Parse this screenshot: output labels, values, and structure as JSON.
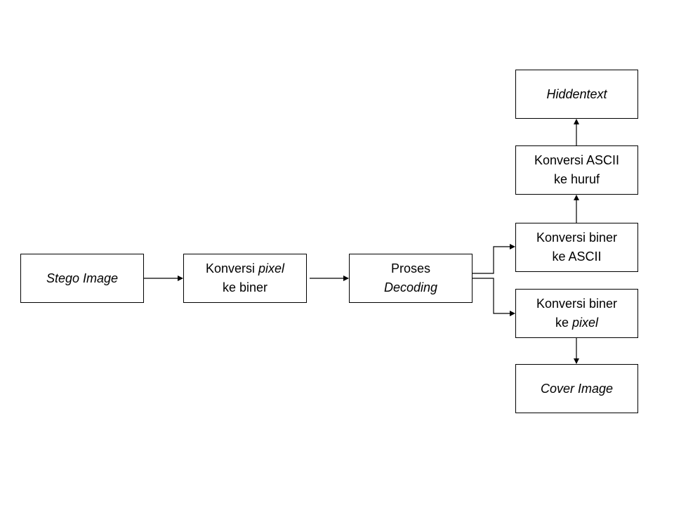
{
  "nodes": {
    "stego": {
      "line1": "Stego Image"
    },
    "pixel_to_binary": {
      "line1_text": "Konversi ",
      "line1_italic": "pixel",
      "line2": "ke biner"
    },
    "decoding": {
      "line1": "Proses",
      "line2": "Decoding"
    },
    "hiddentext": {
      "line1": "Hiddentext"
    },
    "ascii_to_letter": {
      "line1": "Konversi ASCII",
      "line2": "ke huruf"
    },
    "binary_to_ascii": {
      "line1": "Konversi biner",
      "line2": "ke ASCII"
    },
    "binary_to_pixel": {
      "line1": "Konversi biner",
      "line2_text": "ke ",
      "line2_italic": "pixel"
    },
    "cover": {
      "line1": "Cover Image"
    }
  },
  "colors": {
    "stroke": "#000000",
    "fill": "#ffffff"
  }
}
